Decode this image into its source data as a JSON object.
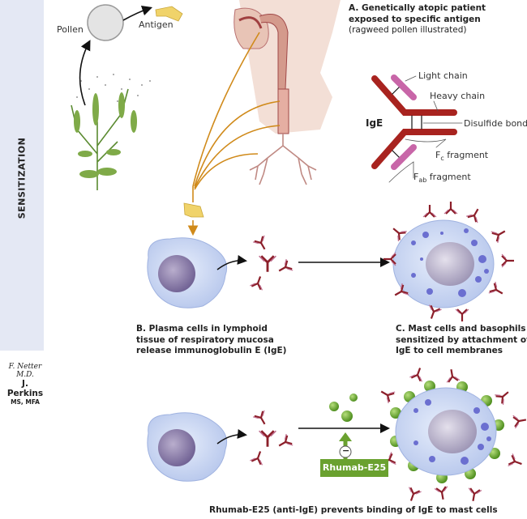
{
  "side_band": {
    "label": "SENSITIZATION"
  },
  "panel_a": {
    "title_line1": "A. Genetically atopic patient",
    "title_line2": "exposed to specific antigen",
    "subtitle": "(ragweed pollen illustrated)",
    "labels": {
      "pollen": "Pollen",
      "antigen": "Antigen"
    }
  },
  "ige_diagram": {
    "title": "IgE",
    "light_chain": "Light chain",
    "heavy_chain": "Heavy chain",
    "disulfide": "Disulfide bonds",
    "fc_main": "F",
    "fc_sub": "c",
    "fc_rest": " fragment",
    "fab_main": "F",
    "fab_sub": "ab",
    "fab_rest": " fragment"
  },
  "panel_b": {
    "line1": "B. Plasma cells in lymphoid",
    "line2": "tissue of respiratory mucosa",
    "line3": "release immunoglobulin E (IgE)"
  },
  "panel_c": {
    "line1": "C. Mast cells and basophils",
    "line2": "sensitized by attachment of",
    "line3": "IgE to cell membranes"
  },
  "signature": {
    "script": "F. Netter M.D.",
    "name": "J. Perkins",
    "degrees": "MS, MFA"
  },
  "treatment": {
    "drug_label": "Rhumab-E25",
    "inhibit_symbol": "−",
    "caption": "Rhumab-E25 (anti-IgE) prevents binding of IgE to mast cells"
  },
  "colors": {
    "band": "#e4e8f4",
    "ige_red": "#a8231f",
    "light_chain_pink": "#c866a8",
    "drug_green": "#6aa12f",
    "nerve_orange": "#d08a1a",
    "antigen_yellow": "#f0d36a",
    "cell_blue": "#c9d6f2",
    "nucleus_purple": "#8a7aa8"
  }
}
